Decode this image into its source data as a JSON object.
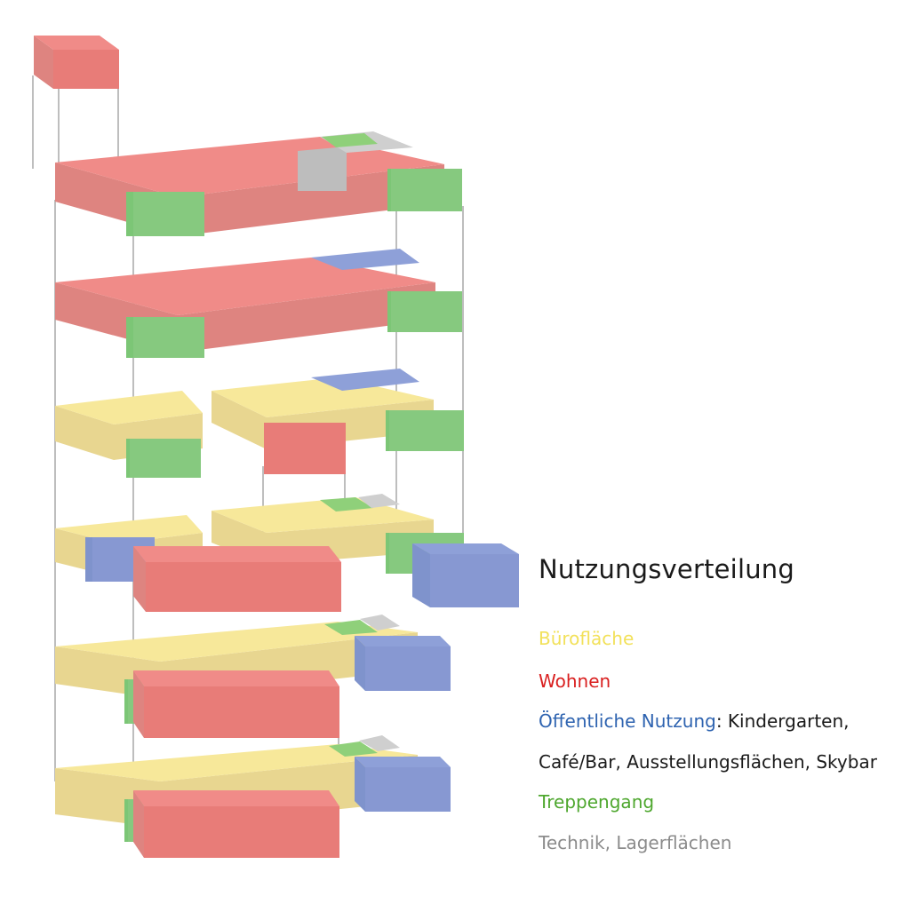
{
  "legend": {
    "title": "Nutzungsverteilung",
    "items": [
      {
        "key": "buero",
        "label": "Bürofläche",
        "color": "#f2e15a"
      },
      {
        "key": "wohnen",
        "label": "Wohnen",
        "color": "#d91f1f"
      },
      {
        "key": "oeffentlich",
        "label": "Öffentliche Nutzung",
        "detail_line1": ": Kindergarten,",
        "detail_line2": "Café/Bar, Ausstellungsflächen, Skybar",
        "color": "#2e63b0"
      },
      {
        "key": "treppe",
        "label": "Treppengang",
        "color": "#4ea72e"
      },
      {
        "key": "technik",
        "label": "Technik, Lagerflächen",
        "color": "#8c8c8c"
      }
    ]
  },
  "block_colors": {
    "wohnen": {
      "top": "#f08b88",
      "left": "#de8480",
      "right": "#e87c78"
    },
    "buero": {
      "top": "#f7e89a",
      "left": "#e8d690",
      "right": "#eddc8e"
    },
    "oeffentlich": {
      "top": "#8ea0d8",
      "left": "#7f93cc",
      "right": "#8798d2"
    },
    "treppe": {
      "top": "#8fd07a",
      "left": "#7cc676",
      "right": "#86c97f"
    },
    "technik": {
      "top": "#cfcfcf",
      "left": "#bdbdbd",
      "right": "#c4c4c4"
    }
  }
}
